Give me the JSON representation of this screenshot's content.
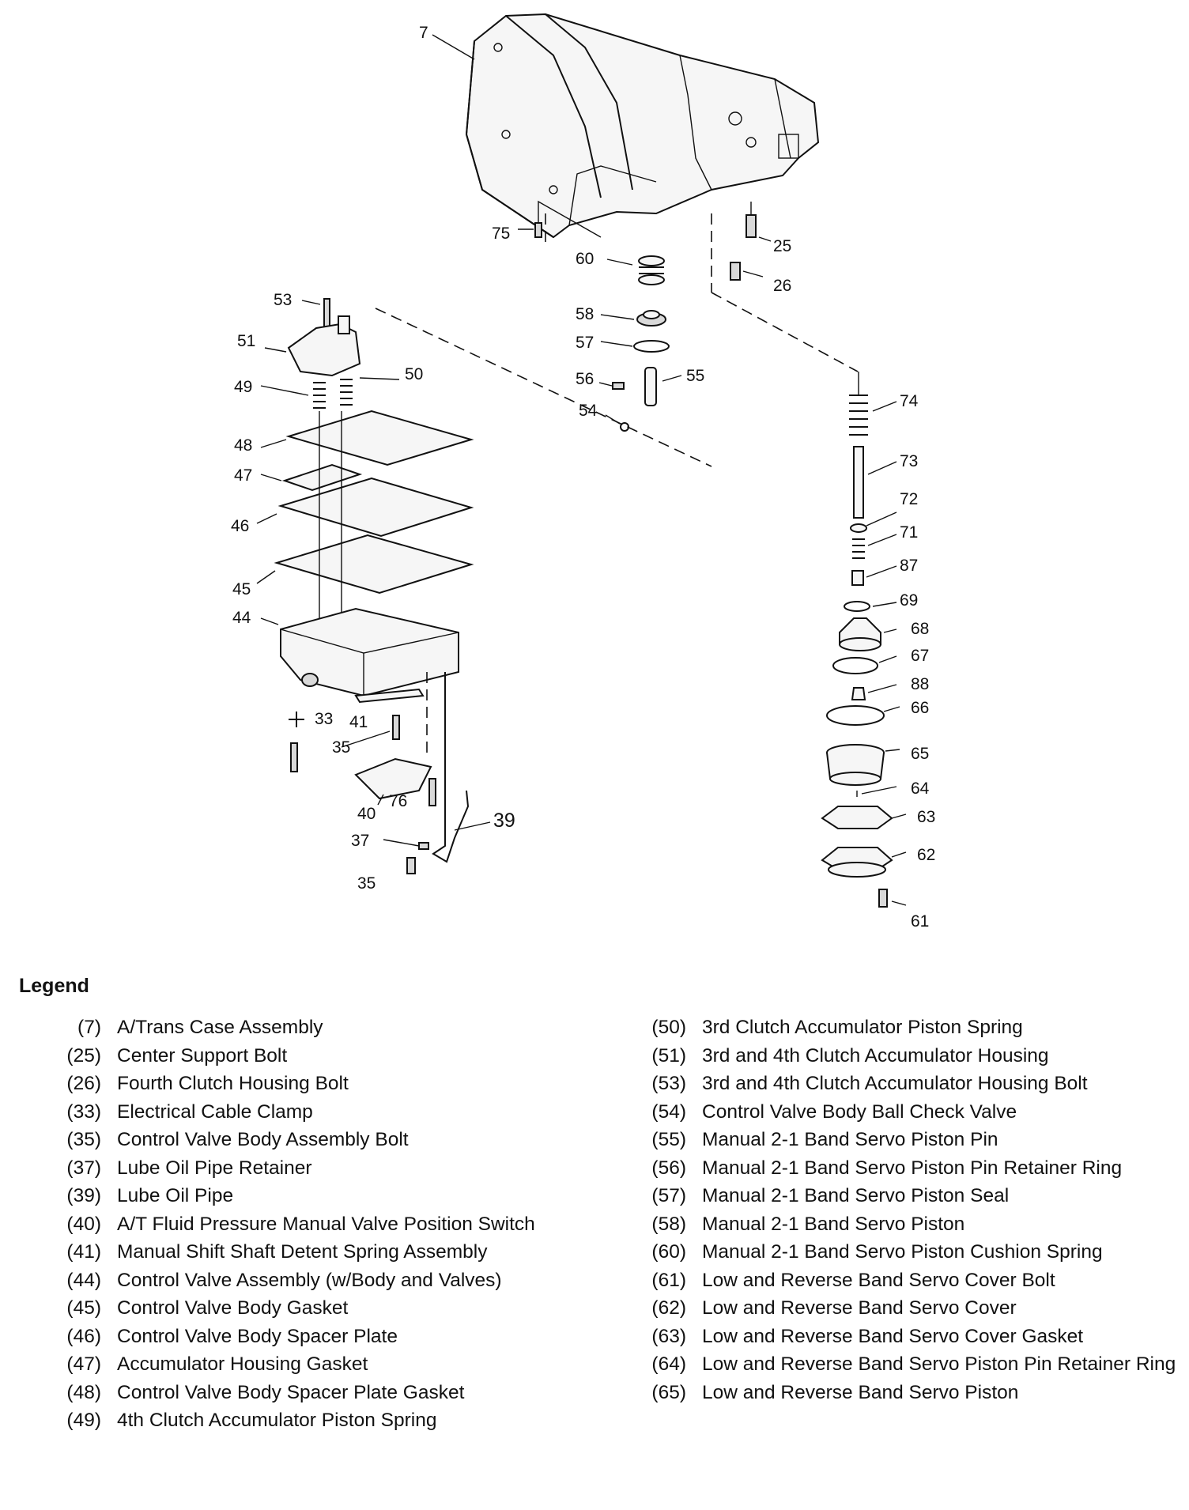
{
  "diagram": {
    "callouts": {
      "c7": "7",
      "c75": "75",
      "c60": "60",
      "c25": "25",
      "c26": "26",
      "c58": "58",
      "c57": "57",
      "c56": "56",
      "c55": "55",
      "c54": "54",
      "c53": "53",
      "c51": "51",
      "c50": "50",
      "c49": "49",
      "c48": "48",
      "c47": "47",
      "c46": "46",
      "c45": "45",
      "c44": "44",
      "c33": "33",
      "c41": "41",
      "c35a": "35",
      "c40": "40",
      "c76": "76",
      "c39": "39",
      "c37": "37",
      "c35b": "35",
      "c74": "74",
      "c73": "73",
      "c72": "72",
      "c71": "71",
      "c87": "87",
      "c69": "69",
      "c68": "68",
      "c67": "67",
      "c88": "88",
      "c66": "66",
      "c65": "65",
      "c64": "64",
      "c63": "63",
      "c62": "62",
      "c61": "61"
    }
  },
  "legend": {
    "heading": "Legend",
    "left": [
      {
        "num": "(7)",
        "desc": "A/Trans Case Assembly"
      },
      {
        "num": "(25)",
        "desc": "Center Support Bolt"
      },
      {
        "num": "(26)",
        "desc": "Fourth Clutch Housing Bolt"
      },
      {
        "num": "(33)",
        "desc": "Electrical Cable Clamp"
      },
      {
        "num": "(35)",
        "desc": "Control Valve Body Assembly Bolt"
      },
      {
        "num": "(37)",
        "desc": "Lube Oil Pipe Retainer"
      },
      {
        "num": "(39)",
        "desc": "Lube Oil Pipe"
      },
      {
        "num": "(40)",
        "desc": "A/T Fluid Pressure Manual Valve Position Switch"
      },
      {
        "num": "(41)",
        "desc": "Manual Shift Shaft Detent Spring Assembly"
      },
      {
        "num": "(44)",
        "desc": "Control Valve Assembly (w/Body and Valves)"
      },
      {
        "num": "(45)",
        "desc": "Control Valve Body Gasket"
      },
      {
        "num": "(46)",
        "desc": "Control Valve Body Spacer Plate"
      },
      {
        "num": "(47)",
        "desc": "Accumulator Housing Gasket"
      },
      {
        "num": "(48)",
        "desc": "Control Valve Body Spacer Plate Gasket"
      },
      {
        "num": "(49)",
        "desc": "4th Clutch Accumulator Piston Spring"
      }
    ],
    "right": [
      {
        "num": "(50)",
        "desc": "3rd Clutch Accumulator Piston Spring"
      },
      {
        "num": "(51)",
        "desc": "3rd and 4th Clutch Accumulator Housing"
      },
      {
        "num": "(53)",
        "desc": "3rd and 4th Clutch Accumulator Housing Bolt"
      },
      {
        "num": "(54)",
        "desc": "Control Valve Body Ball Check Valve"
      },
      {
        "num": "(55)",
        "desc": "Manual 2-1 Band Servo Piston Pin"
      },
      {
        "num": "(56)",
        "desc": "Manual 2-1 Band Servo Piston Pin Retainer Ring"
      },
      {
        "num": "(57)",
        "desc": "Manual 2-1 Band Servo Piston Seal"
      },
      {
        "num": "(58)",
        "desc": "Manual 2-1 Band Servo Piston"
      },
      {
        "num": "(60)",
        "desc": "Manual 2-1 Band Servo Piston Cushion Spring"
      },
      {
        "num": "(61)",
        "desc": "Low and Reverse Band Servo Cover Bolt"
      },
      {
        "num": "(62)",
        "desc": "Low and Reverse Band Servo Cover"
      },
      {
        "num": "(63)",
        "desc": "Low and Reverse Band Servo Cover Gasket"
      },
      {
        "num": "(64)",
        "desc": "Low and Reverse Band Servo Piston Pin Retainer Ring"
      },
      {
        "num": "(65)",
        "desc": "Low and Reverse Band Servo Piston"
      }
    ]
  }
}
